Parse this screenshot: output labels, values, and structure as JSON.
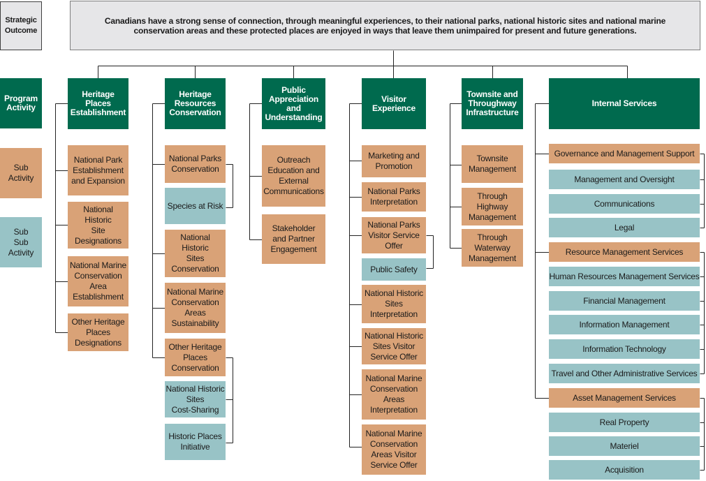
{
  "legend": {
    "strategic_outcome": "Strategic\nOutcome",
    "program_activity": "Program\nActivity",
    "sub_activity": "Sub\nActivity",
    "sub_sub_activity": "Sub\nSub\nActivity"
  },
  "strategic_outcome": "Canadians have a strong sense of connection, through meaningful experiences, to their national parks, national historic sites and national marine conservation areas and these protected places are enjoyed in ways that leave them unimpaired for present and future generations.",
  "programs": [
    {
      "title": "Heritage\nPlaces\nEstablishment",
      "items": [
        "National Park\nEstablishment\nand Expansion",
        "National\nHistoric\nSite\nDesignations",
        "National Marine\nConservation\nArea\nEstablishment",
        "Other Heritage\nPlaces\nDesignations"
      ]
    },
    {
      "title": "Heritage\nResources\nConservation",
      "items": [
        "National Parks\nConservation",
        "Species at Risk",
        "National\nHistoric\nSites\nConservation",
        "National Marine\nConservation\nAreas\nSustainability",
        "Other Heritage\nPlaces\nConservation",
        "National Historic\nSites\nCost-Sharing",
        "Historic Places\nInitiative"
      ]
    },
    {
      "title": "Public\nAppreciation\nand\nUnderstanding",
      "items": [
        "Outreach\nEducation and\nExternal\nCommunications",
        "Stakeholder\nand Partner\nEngagement"
      ]
    },
    {
      "title": "Visitor\nExperience",
      "items": [
        "Marketing and\nPromotion",
        "National Parks\nInterpretation",
        "National Parks\nVisitor Service\nOffer",
        "Public Safety",
        "National Historic\nSites\nInterpretation",
        "National Historic\nSites Visitor\nService Offer",
        "National Marine\nConservation\nAreas\nInterpretation",
        "National Marine\nConservation\nAreas Visitor\nService Offer"
      ]
    },
    {
      "title": "Townsite and\nThroughway\nInfrastructure",
      "items": [
        "Townsite\nManagement",
        "Through\nHighway\nManagement",
        "Through\nWaterway\nManagement"
      ]
    },
    {
      "title": "Internal Services",
      "items": [
        "Governance and Management Support",
        "Management and Oversight",
        "Communications",
        "Legal",
        "Resource Management Services",
        "Human Resources Management Services",
        "Financial Management",
        "Information Management",
        "Information Technology",
        "Travel and Other Administrative Services",
        "Asset Management Services",
        "Real Property",
        "Materiel",
        "Acquisition"
      ]
    }
  ],
  "colors": {
    "program": "#006a4e",
    "sub_activity": "#d9a277",
    "sub_sub_activity": "#98c3c6",
    "outcome": "#e6e6e8",
    "connector": "#222222"
  }
}
